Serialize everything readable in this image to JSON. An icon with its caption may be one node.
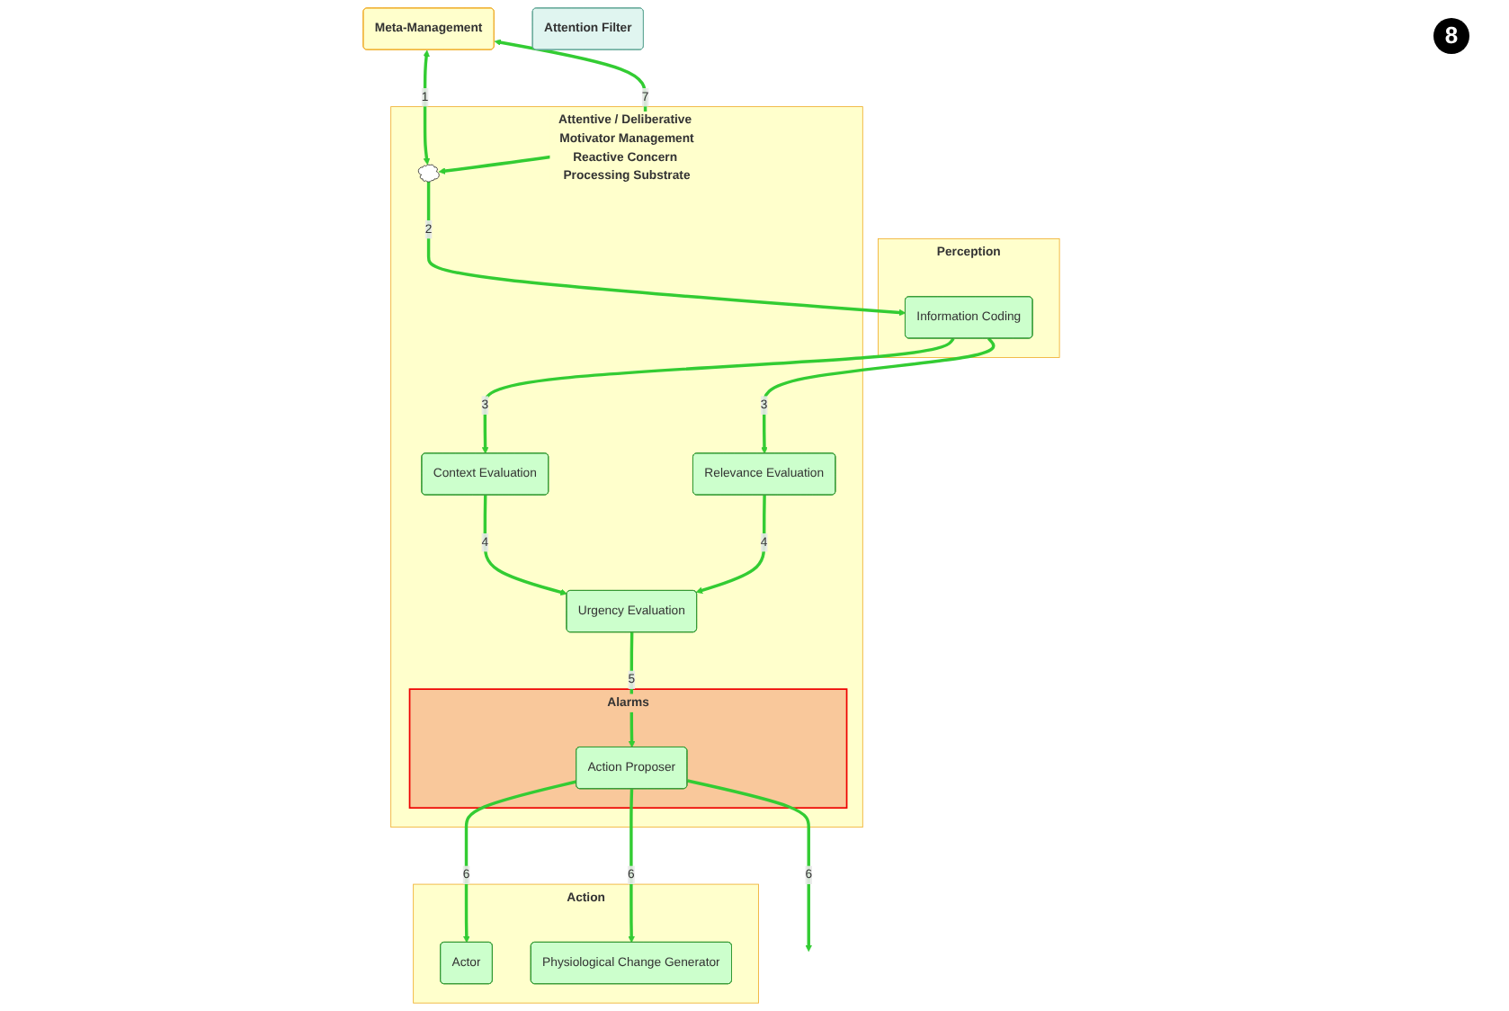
{
  "diagram": {
    "nodes": [
      {
        "text": [
          "Meta-Management"
        ]
      },
      {
        "text": [
          "Perception"
        ]
      },
      {
        "text": [
          "Attentive / Deliberative Motivator Management",
          "Reactive Concern Processing Substrate"
        ]
      },
      {
        "text": [
          "Action"
        ]
      },
      {
        "text": [],
        "shape": "cloud",
        "in": 2
      },
      {
        "text": [
          "Attention Filter"
        ]
      },
      {
        "text": [
          "Information Coding"
        ],
        "in": 1
      },
      {
        "text": [
          "Context Evaluation"
        ],
        "in": 2
      },
      {
        "text": [
          "Relevance Evaluation"
        ],
        "in": 2
      },
      {
        "text": [
          "Alarms"
        ],
        "in": 2
      },
      {
        "text": [
          "Urgency Evaluation"
        ],
        "in": 2
      },
      {
        "text": [
          "Action Proposer"
        ],
        "in": 9
      },
      {
        "text": [
          "Actor"
        ],
        "in": 3
      },
      {
        "text": [
          "Physiological Change Generator"
        ],
        "in": 3
      }
    ],
    "edges": [
      {
        "from": 0,
        "to": 4,
        "arrow": "both",
        "label": "1"
      },
      {
        "from": 0,
        "to": 4,
        "arrow": "both",
        "label": "7"
      },
      {
        "from": 4,
        "to": 6,
        "arrow": "to",
        "label": "2"
      },
      {
        "from": 6,
        "to": 7,
        "arrow": "to",
        "label": "3"
      },
      {
        "from": 6,
        "to": 8,
        "arrow": "to",
        "label": "3"
      },
      {
        "from": 7,
        "to": 10,
        "arrow": "to",
        "label": "4"
      },
      {
        "from": 8,
        "to": 10,
        "arrow": "to",
        "label": "4"
      },
      {
        "from": 10,
        "to": 11,
        "arrow": "to",
        "label": "5"
      },
      {
        "from": 11,
        "to": null,
        "arrow": "to",
        "label": "6"
      },
      {
        "from": 11,
        "to": 12,
        "arrow": "to",
        "label": "6"
      },
      {
        "from": 11,
        "to": 13,
        "arrow": "to",
        "label": "6"
      }
    ],
    "labels": [
      "8"
    ]
  }
}
